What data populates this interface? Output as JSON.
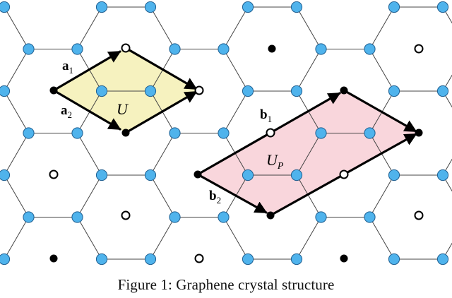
{
  "caption": "Figure 1: Graphene crystal structure",
  "labels": {
    "a1": {
      "base": "a",
      "sub": "1"
    },
    "a2": {
      "base": "a",
      "sub": "2"
    },
    "U": "U",
    "b1": {
      "base": "b",
      "sub": "1"
    },
    "b2": {
      "base": "b",
      "sub": "2"
    },
    "UP": {
      "base": "U",
      "sub": "P"
    }
  },
  "colors": {
    "atom_fill": "#4fb3ec",
    "atom_stroke": "#1f5f91",
    "bond": "#444444",
    "unit_cell_fill": "#f6f2bf",
    "primitive_cell_fill": "#f9d6dc",
    "arrow": "#000000",
    "filled_site": "#000000",
    "open_site": "#ffffff"
  }
}
